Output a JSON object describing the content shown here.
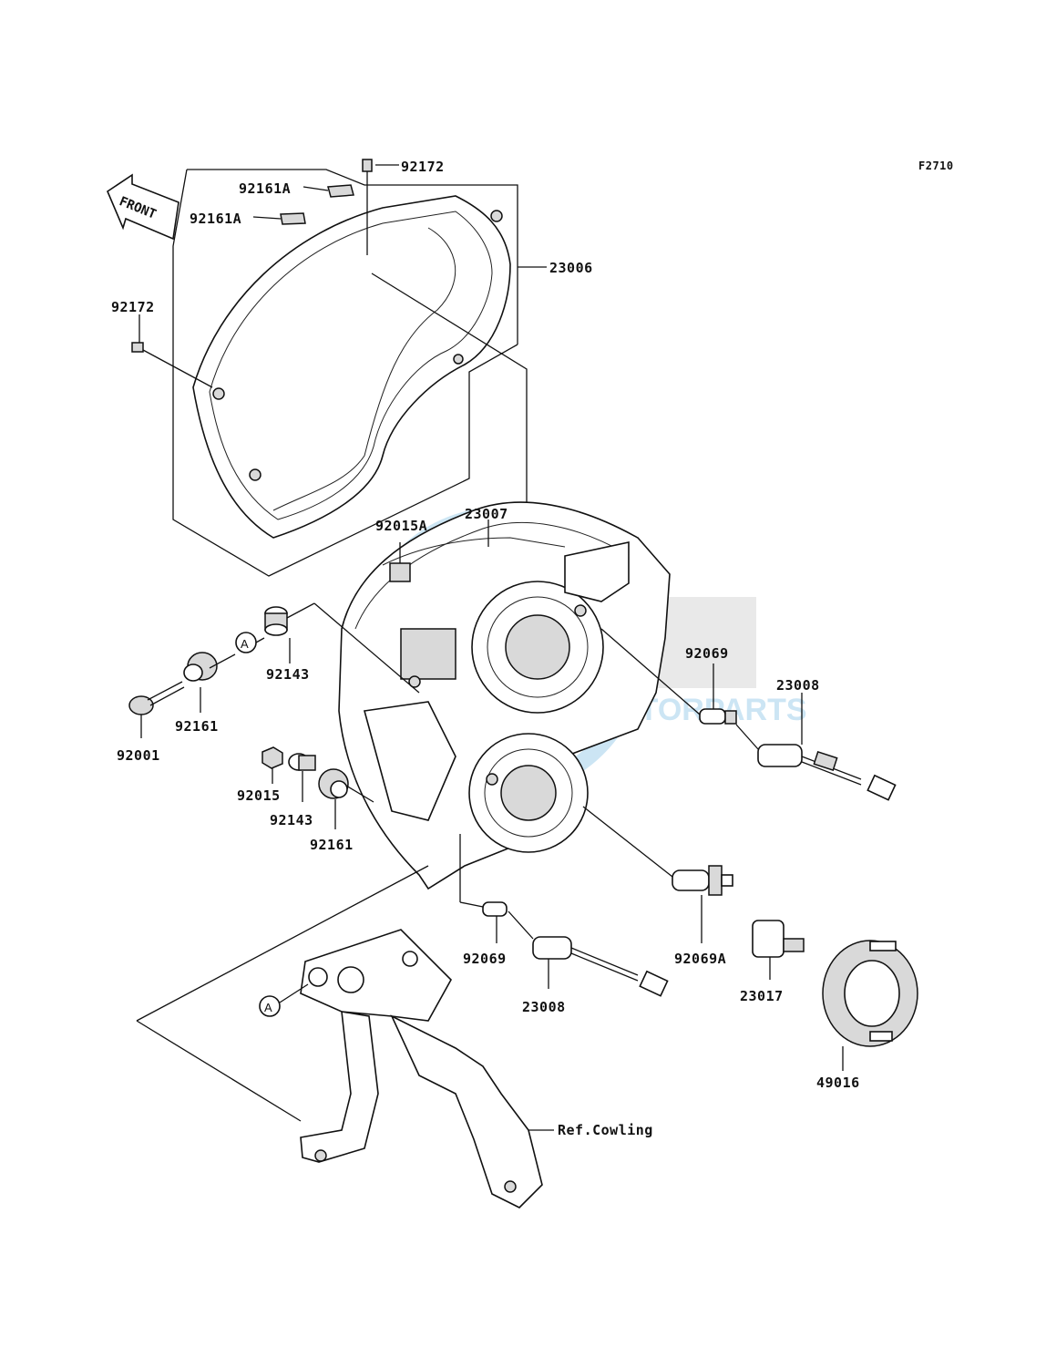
{
  "figure_code": "F2710",
  "front_label": "FRONT",
  "callouts": {
    "c92172_top": "92172",
    "c92161A_1": "92161A",
    "c92161A_2": "92161A",
    "c23006": "23006",
    "c92172_left": "92172",
    "c92015A": "92015A",
    "c23007": "23007",
    "c92143_1": "92143",
    "c92161_1": "92161",
    "c92001": "92001",
    "c92015": "92015",
    "c92143_2": "92143",
    "c92161_2": "92161",
    "c92069_1": "92069",
    "c23008_1": "23008",
    "c92069_2": "92069",
    "c23008_2": "23008",
    "c92069A": "92069A",
    "c23017": "23017",
    "c49016": "49016",
    "ref_cowling": "Ref.Cowling"
  },
  "ref_markers": [
    "A",
    "A"
  ],
  "watermark": "GEM MOTORPARTS"
}
